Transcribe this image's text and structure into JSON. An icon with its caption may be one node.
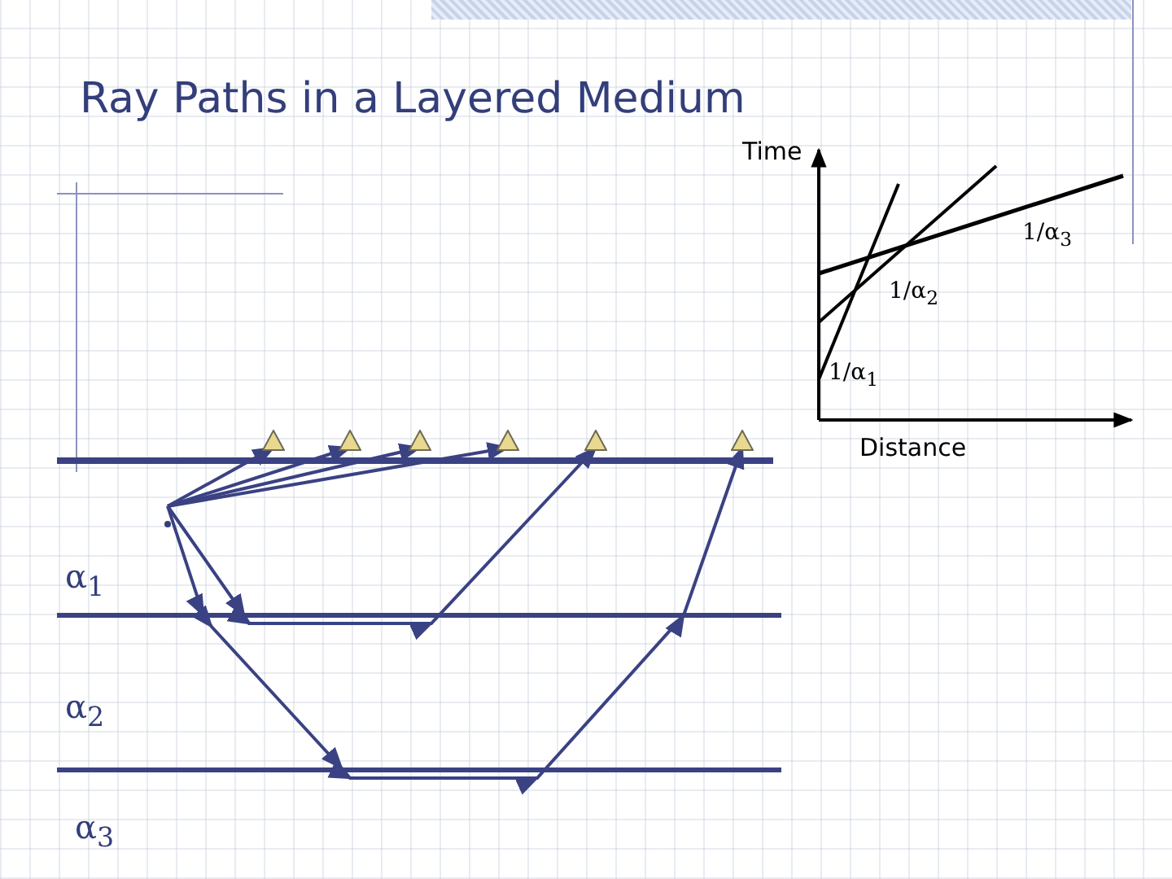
{
  "diagram": {
    "title": "Ray Paths in a Layered Medium",
    "nodes": [
      {
        "text": [],
        "shape": "circle"
      },
      {
        "text": [],
        "shape": "triangle"
      },
      {
        "text": [],
        "shape": "triangle"
      },
      {
        "text": [],
        "shape": "triangle"
      },
      {
        "text": [],
        "shape": "triangle"
      },
      {
        "text": [],
        "shape": "triangle"
      },
      {
        "text": [],
        "shape": "triangle"
      }
    ],
    "edges": [
      {
        "from": 0,
        "to": 1,
        "arrow": "to"
      },
      {
        "from": 0,
        "to": 2,
        "arrow": "to"
      },
      {
        "from": 0,
        "to": 3,
        "arrow": "to"
      },
      {
        "from": 0,
        "to": 4,
        "arrow": "to"
      },
      {
        "from": 0,
        "to": 5,
        "arrow": "to"
      },
      {
        "from": 0,
        "to": 6,
        "arrow": "to"
      }
    ],
    "labels": [
      "Time",
      "1/α$_{3}$",
      "1/α$_{2}$",
      "1/α$_{1}$",
      "Distance",
      "α$_{1}$",
      "α$_{2}$",
      "α$_{3}$"
    ]
  }
}
